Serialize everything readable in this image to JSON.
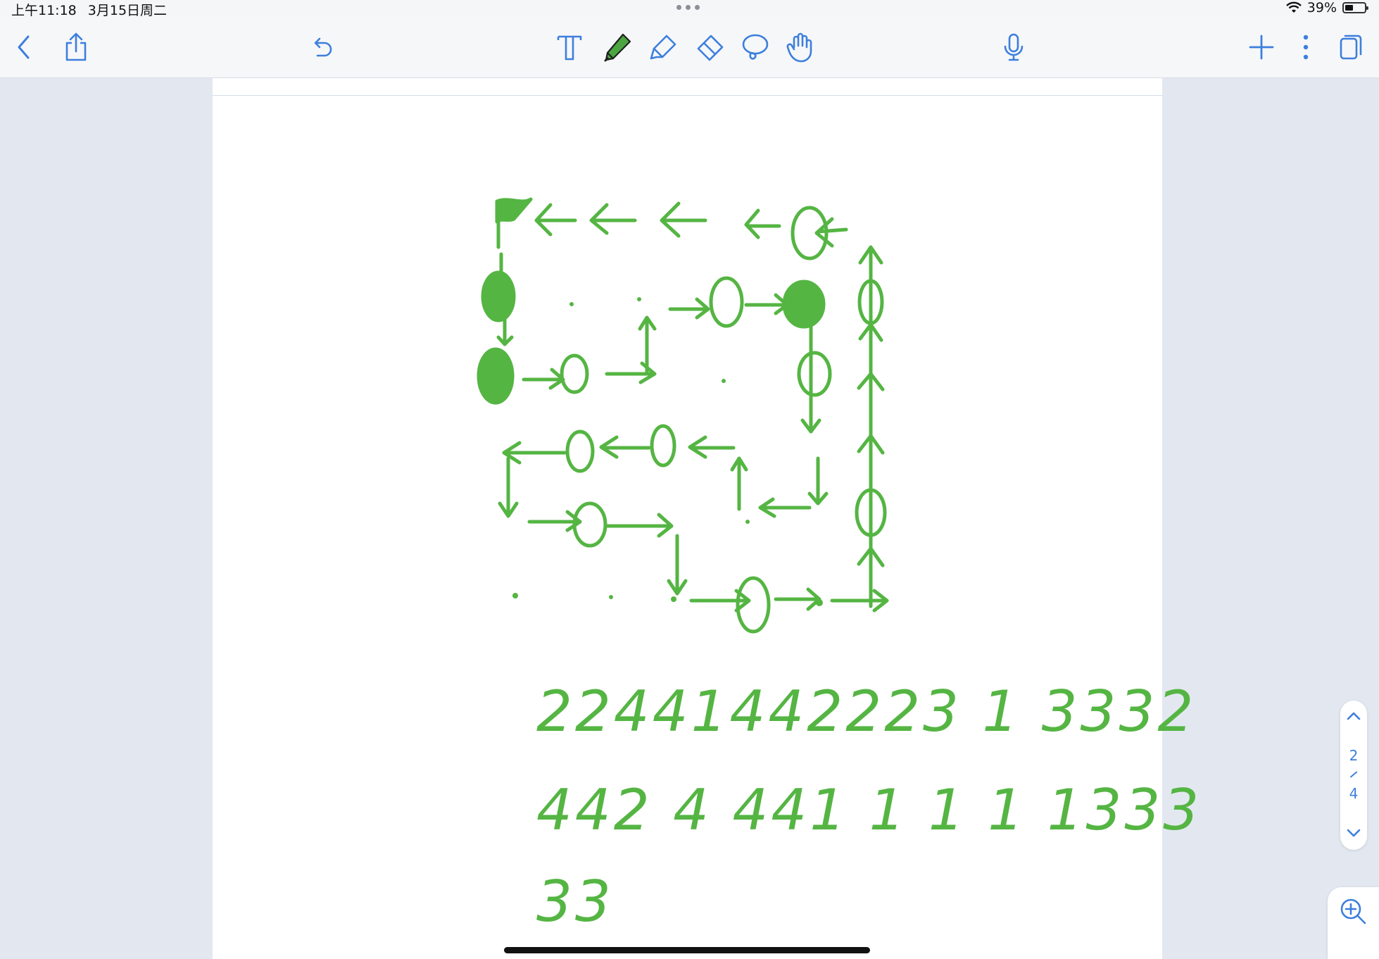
{
  "status_bar": {
    "time": "上午11:18",
    "date": "3月15日周二",
    "battery": "39%",
    "battery_level": 0.39
  },
  "toolbar": {
    "left": [
      "back-icon",
      "share-icon",
      "undo-icon"
    ],
    "tools": [
      "text-tool-icon",
      "pen-tool-icon",
      "highlighter-tool-icon",
      "eraser-tool-icon",
      "lasso-tool-icon",
      "hand-tool-icon"
    ],
    "right": [
      "microphone-icon",
      "add-icon",
      "more-icon",
      "pages-icon"
    ],
    "active_tool": "pen-tool-icon",
    "accent_color": "#3d7fdd",
    "ink_color": "#55b543"
  },
  "note": {
    "row1": "22441442223 1 3332",
    "row2": "442 4 441 1 1 1 1333",
    "row3": "33"
  },
  "pager": {
    "current": "2",
    "total": "4"
  },
  "zoom": {
    "icon": "zoom-in-icon"
  }
}
